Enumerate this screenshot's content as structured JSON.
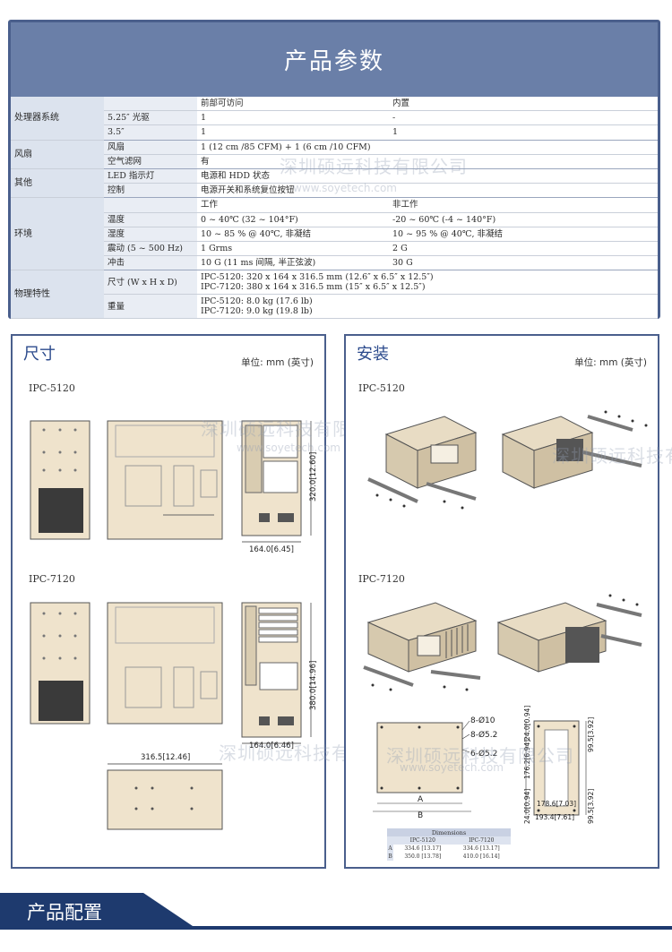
{
  "spec": {
    "title": "产品参数",
    "header": {
      "c1": "前部可访问",
      "c2": "内置"
    },
    "groups": {
      "cpu": {
        "label": "处理器系统",
        "rows": [
          {
            "sub": "5.25″ 光驱",
            "c1": "1",
            "c2": "-"
          },
          {
            "sub": "3.5″",
            "c1": "1",
            "c2": "1"
          }
        ]
      },
      "fan": {
        "label": "风扇",
        "rows": [
          {
            "sub": "风扇",
            "c1": "1 (12 cm /85 CFM) + 1 (6 cm /10 CFM)",
            "c2": ""
          },
          {
            "sub": "空气滤网",
            "c1": "有",
            "c2": ""
          }
        ]
      },
      "other": {
        "label": "其他",
        "rows": [
          {
            "sub": "LED 指示灯",
            "c1": "电源和 HDD 状态",
            "c2": ""
          },
          {
            "sub": "控制",
            "c1": "电源开关和系统复位按钮",
            "c2": ""
          }
        ]
      },
      "env": {
        "label": "环境",
        "header": {
          "c1": "工作",
          "c2": "非工作"
        },
        "rows": [
          {
            "sub": "温度",
            "c1": "0 ~ 40℃ (32 ~ 104°F)",
            "c2": "-20 ~ 60℃ (-4 ~ 140°F)"
          },
          {
            "sub": "湿度",
            "c1": "10 ~ 85 % @ 40℃, 非凝结",
            "c2": "10 ~ 95 % @ 40℃, 非凝结"
          },
          {
            "sub": "震动 (5 ~ 500 Hz)",
            "c1": "1 Grms",
            "c2": "2 G"
          },
          {
            "sub": "冲击",
            "c1": "10 G (11 ms 间隔, 半正弦波)",
            "c2": "30 G"
          }
        ]
      },
      "phys": {
        "label": "物理特性",
        "rows": [
          {
            "sub": "尺寸 (W x H x D)",
            "c1a": "IPC-5120: 320 x 164 x 316.5 mm (12.6″ x 6.5″ x 12.5″)",
            "c1b": "IPC-7120: 380 x 164 x 316.5 mm (15″ x 6.5″ x 12.5″)"
          },
          {
            "sub": "重量",
            "c1a": "IPC-5120: 8.0 kg (17.6 lb)",
            "c1b": "IPC-7120: 9.0 kg (19.8 lb)"
          }
        ]
      }
    }
  },
  "dimensions_panel": {
    "title": "尺寸",
    "unit": "单位: mm (英寸)",
    "model_a": "IPC-5120",
    "model_b": "IPC-7120",
    "labels": {
      "h5120": "320.0[12.60]",
      "w5120": "164.0[6.45]",
      "h7120": "380.0[14.96]",
      "w7120": "164.0[6.46]",
      "depth": "316.5[12.46]"
    }
  },
  "install_panel": {
    "title": "安装",
    "unit": "单位: mm (英寸)",
    "model_a": "IPC-5120",
    "model_b": "IPC-7120",
    "labels": {
      "hole1": "8-Ø10",
      "hole2": "8-Ø5.2",
      "hole3": "6-Ø5.2",
      "A": "A",
      "B": "B",
      "d1": "24.0[0.94]",
      "d2": "176.2[6.94]",
      "d3": "24.0[0.94]",
      "d4": "99.5[3.92]",
      "d5": "178.6[7.03]",
      "d6": "193.4[7.61]",
      "d7": "99.5[3.92]"
    },
    "dims_table": {
      "caption": "Dimensions",
      "cols": [
        "IPC-5120",
        "IPC-7120"
      ],
      "rows": [
        {
          "k": "A",
          "a": "334.6 [13.17]",
          "b": "334.6 [13.17]"
        },
        {
          "k": "B",
          "a": "350.0 [13.78]",
          "b": "410.0 [16.14]"
        }
      ]
    }
  },
  "watermark": {
    "cn": "深圳硕远科技有限公司",
    "url": "www.soyetech.com"
  },
  "footer": {
    "title": "产品配置"
  },
  "colors": {
    "frame": "#4a5f8c",
    "header_bg": "#6a7fa8",
    "accent": "#2b4a8c",
    "footer": "#1e3a6e"
  }
}
